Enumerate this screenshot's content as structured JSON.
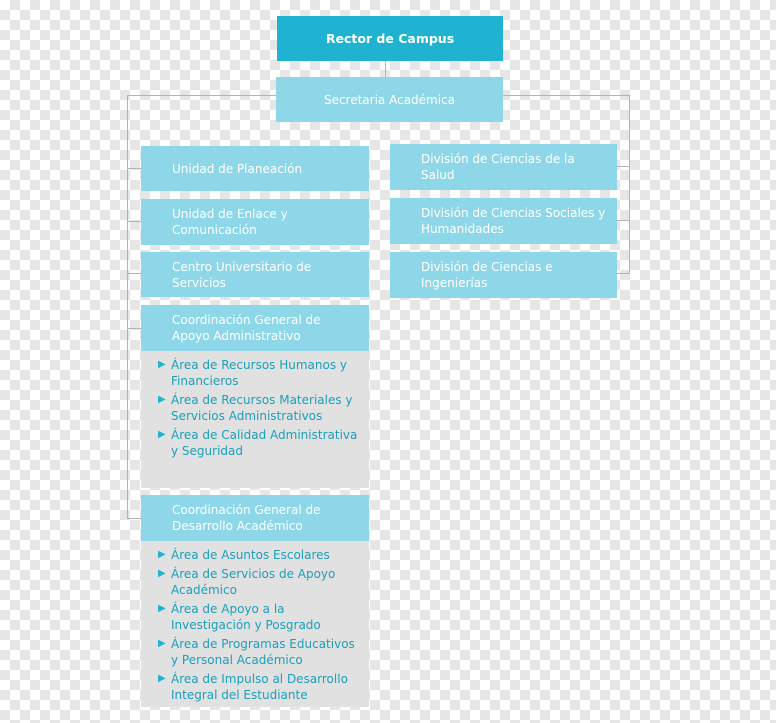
{
  "chart": {
    "rector": "Rector de Campus",
    "secretaria": "Secretaria Académica",
    "left_units": [
      "Unidad de Planeación",
      "Unidad de Enlace y Comunicación",
      "Centro Universitario de Servicios"
    ],
    "right_divisions": [
      "División de Ciencias de la Salud",
      "División de Ciencias Sociales y Humanidades",
      "División de Ciencias e Ingenierías"
    ],
    "coord_admin": {
      "title": "Coordinación General de Apoyo Administrativo",
      "items": [
        "Área de Recursos Humanos y Financieros",
        "Área de Recursos Materiales y Servicios Administrativos",
        "Área de Calidad Administrativa y Seguridad"
      ]
    },
    "coord_acad": {
      "title": "Coordinación General de Desarrollo Académico",
      "items": [
        "Área de Asuntos Escolares",
        "Área de Servicios de Apoyo Académico",
        "Área de Apoyo a la Investigación y Posgrado",
        "Área de Programas Educativos y Personal Académico",
        "Área de Impulso al Desarrollo Integral del Estudiante"
      ]
    },
    "colors": {
      "primary": "#1fb3d1",
      "light": "#8ed7e8",
      "panel": "#e1e1e1",
      "item_text": "#1b9fb9",
      "line": "#b3b3b3"
    },
    "bullet_icon": "triangle-right-icon"
  }
}
